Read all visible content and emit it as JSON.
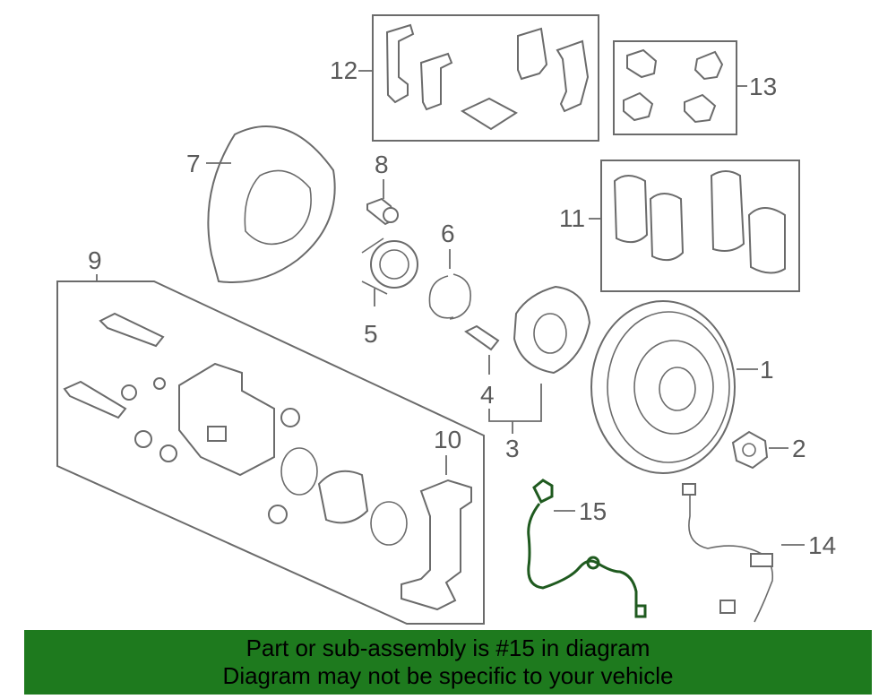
{
  "callouts": {
    "c1": "1",
    "c2": "2",
    "c3": "3",
    "c4": "4",
    "c5": "5",
    "c6": "6",
    "c7": "7",
    "c8": "8",
    "c9": "9",
    "c10": "10",
    "c11": "11",
    "c12": "12",
    "c13": "13",
    "c14": "14",
    "c15": "15"
  },
  "banner": {
    "line1": "Part or sub-assembly is #15 in diagram",
    "line2": "Diagram may not be specific to your vehicle"
  },
  "colors": {
    "banner_bg": "#1e7a1e",
    "highlight_part": "#1f5a1f",
    "linework": "#6b6b6b"
  }
}
